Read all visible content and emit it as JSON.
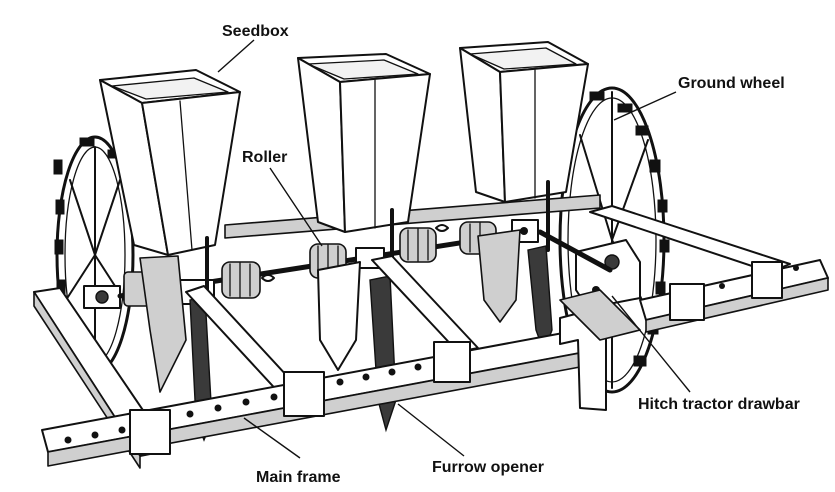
{
  "labels": {
    "seedbox": "Seedbox",
    "roller": "Roller",
    "ground_wheel": "Ground wheel",
    "hitch": "Hitch tractor drawbar",
    "main_frame": "Main frame",
    "furrow_opener": "Furrow opener"
  }
}
